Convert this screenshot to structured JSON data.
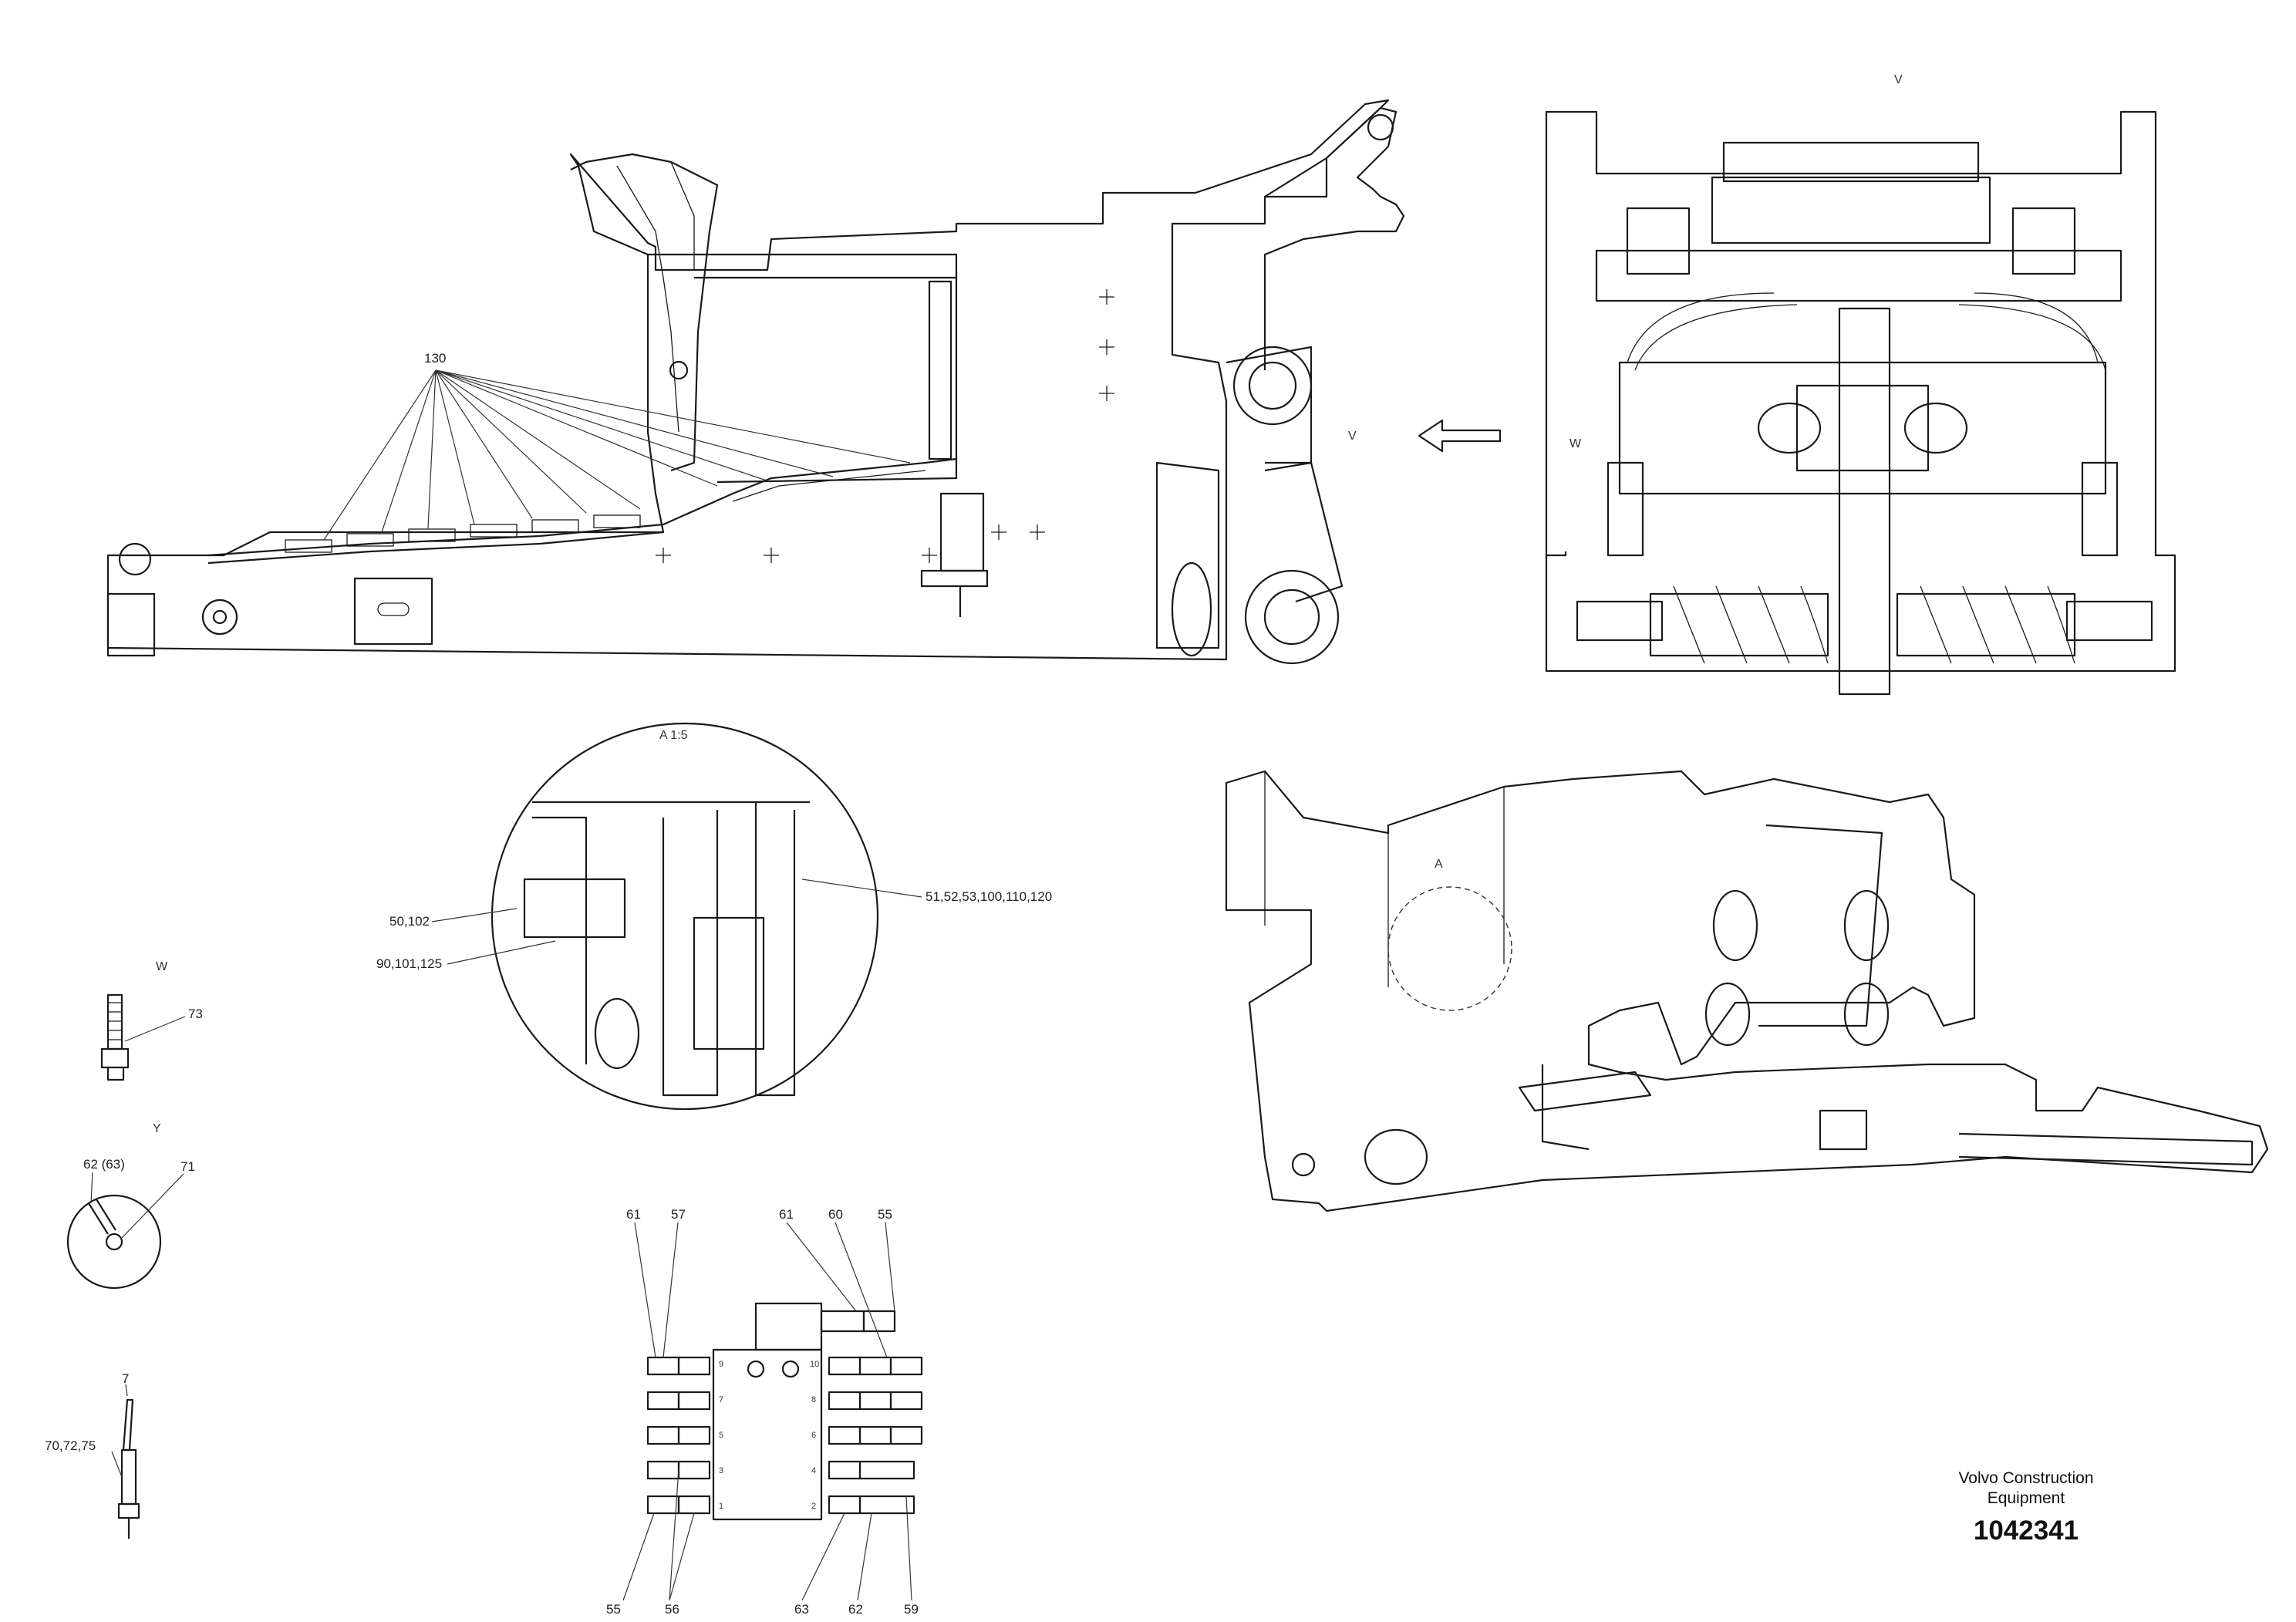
{
  "views": {
    "v_top": "V",
    "v_arrow": "V",
    "w_marker": "W",
    "w_detail": "W",
    "y_detail": "Y",
    "a_circle": "A 1:5",
    "a_iso": "A"
  },
  "callouts": {
    "c130": "130",
    "c50_102": "50,102",
    "c90_101_125": "90,101,125",
    "c51_group": "51,52,53,100,110,120",
    "c73": "73",
    "c62_63": "62 (63)",
    "c71": "71",
    "c7": "7",
    "c70_72_75": "70,72,75",
    "c61a": "61",
    "c57": "57",
    "c61b": "61",
    "c60": "60",
    "c55a": "55",
    "c55b": "55",
    "c56": "56",
    "c63": "63",
    "c62": "62",
    "c59": "59"
  },
  "block_ports": {
    "p9": "9",
    "p10": "10",
    "p7": "7",
    "p6": "6",
    "p5": "5",
    "p4": "4",
    "p3": "3",
    "p2": "2",
    "p1": "1",
    "p8": "8"
  },
  "title_block": {
    "company_line1": "Volvo Construction",
    "company_line2": "Equipment",
    "drawing_number": "1042341"
  }
}
